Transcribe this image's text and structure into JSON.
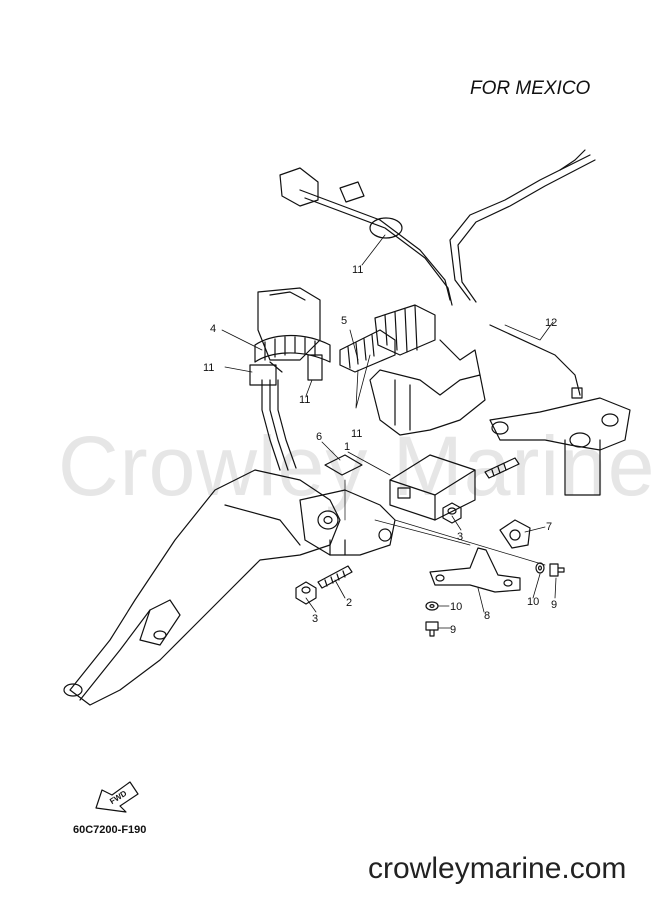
{
  "header": {
    "region": "FOR MEXICO"
  },
  "watermark": "Crowley Marine",
  "footer": {
    "diagram_code": "60C7200-F190",
    "site": "crowleymarine.com"
  },
  "fwd_arrow": {
    "label": "FWD"
  },
  "callouts": [
    {
      "num": "1"
    },
    {
      "num": "2"
    },
    {
      "num": "3"
    },
    {
      "num": "3"
    },
    {
      "num": "4"
    },
    {
      "num": "5"
    },
    {
      "num": "6"
    },
    {
      "num": "7"
    },
    {
      "num": "8"
    },
    {
      "num": "9"
    },
    {
      "num": "9"
    },
    {
      "num": "10"
    },
    {
      "num": "10"
    },
    {
      "num": "11"
    },
    {
      "num": "11"
    },
    {
      "num": "11"
    },
    {
      "num": "11"
    },
    {
      "num": "12"
    }
  ]
}
